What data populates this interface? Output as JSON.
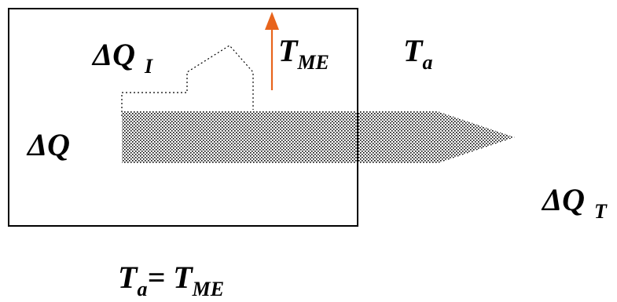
{
  "labels": {
    "delta_q_i": {
      "main": "ΔQ",
      "sub": "I"
    },
    "t_me": {
      "main": "T",
      "sub": "ME"
    },
    "t_a": {
      "main": "T",
      "sub": "a"
    },
    "delta_q": {
      "main": "ΔQ"
    },
    "delta_q_t": {
      "main": "ΔQ",
      "sub": "T"
    },
    "equation": {
      "lhs_main": "T",
      "lhs_sub": "a",
      "equals": "=",
      "rhs_main": "T",
      "rhs_sub": "ME"
    }
  },
  "colors": {
    "arrow": "#e8641c",
    "outline": "#000000",
    "dots": "#000000"
  }
}
